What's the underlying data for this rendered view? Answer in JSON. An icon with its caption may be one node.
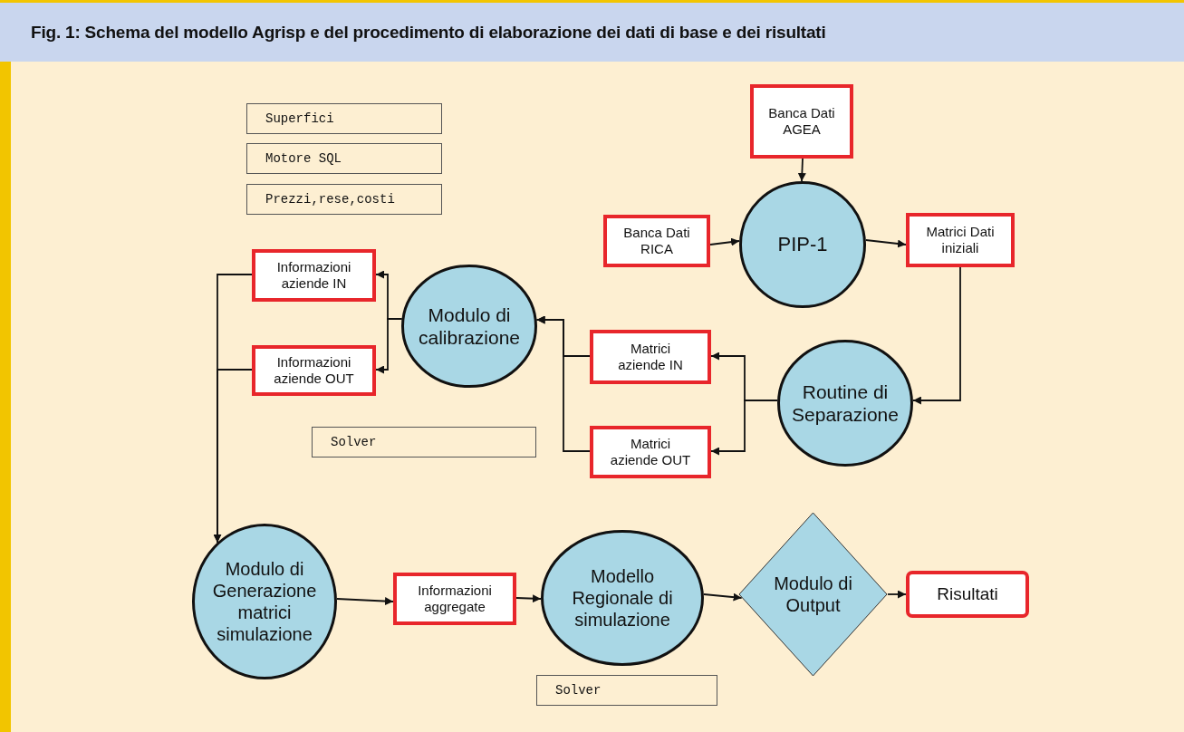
{
  "diagram": {
    "title": "Fig. 1:  Schema del modello Agrisp e del procedimento di elaborazione dei dati di base e dei risultati",
    "nodes": [
      {
        "text": [
          "Superfici"
        ]
      },
      {
        "text": [
          "Banca Dati AGEA"
        ]
      },
      {
        "text": [
          "Motore SQL"
        ]
      },
      {
        "text": [
          "Prezzi,rese,costi"
        ]
      },
      {
        "text": [
          "Banca Dati RICA"
        ]
      },
      {
        "text": [
          "PIP-1"
        ]
      },
      {
        "text": [
          "Matrici Dati iniziali"
        ]
      },
      {
        "text": [
          "Informazioni aziende IN"
        ]
      },
      {
        "text": [
          "Modulo di calibrazione"
        ]
      },
      {
        "text": [
          "Informazioni aziende OUT"
        ]
      },
      {
        "text": [
          "Matrici aziende IN"
        ]
      },
      {
        "text": [
          "Routine di Separazione"
        ]
      },
      {
        "text": [
          "Solver"
        ]
      },
      {
        "text": [
          "Matrici aziende OUT"
        ]
      },
      {
        "text": [
          "Modulo di Generazione matrici simulazione"
        ]
      },
      {
        "text": [
          "Modello Regionale di simulazione"
        ]
      },
      {
        "text": [
          "Informazioni aggregate"
        ]
      },
      {
        "text": [
          "Modulo di Output"
        ]
      },
      {
        "text": [
          "Risultati"
        ]
      },
      {
        "text": [
          "Solver"
        ]
      }
    ],
    "edges": [
      {
        "from": 1,
        "to": 5,
        "arrow": "to"
      },
      {
        "from": 4,
        "to": 5,
        "arrow": "to"
      },
      {
        "from": 5,
        "to": 6,
        "arrow": "to"
      },
      {
        "from": 6,
        "to": 11,
        "arrow": "to"
      },
      {
        "from": 11,
        "to": 10,
        "arrow": "to"
      },
      {
        "from": 11,
        "to": 13,
        "arrow": "to"
      },
      {
        "from": 10,
        "to": 8,
        "arrow": "to"
      },
      {
        "from": 13,
        "to": 8,
        "arrow": "to"
      },
      {
        "from": 8,
        "to": 7,
        "arrow": "to"
      },
      {
        "from": 8,
        "to": 9,
        "arrow": "to"
      },
      {
        "from": 7,
        "to": 14,
        "arrow": "to"
      },
      {
        "from": 9,
        "to": 14,
        "arrow": "to"
      },
      {
        "from": 14,
        "to": 16,
        "arrow": "to"
      },
      {
        "from": 16,
        "to": 15,
        "arrow": "to"
      },
      {
        "from": 15,
        "to": 17,
        "arrow": "to"
      },
      {
        "from": 17,
        "to": 18,
        "arrow": "to"
      }
    ]
  }
}
